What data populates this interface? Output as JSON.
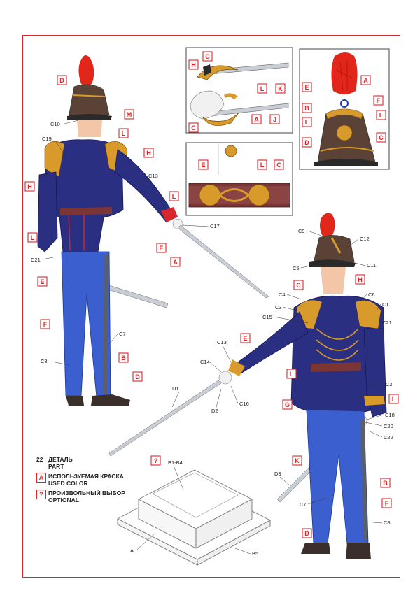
{
  "legend": {
    "part_num": "22",
    "part_ru": "ДЕТАЛЬ",
    "part_en": "PART",
    "color_tag": "A",
    "color_ru": "ИСПОЛЬЗУЕМАЯ КРАСКА",
    "color_en": "USED COLOR",
    "optional_tag": "?",
    "optional_ru": "ПРОИЗВОЛЬНЫЙ ВЫБОР",
    "optional_en": "OPTIONAL"
  },
  "back_figure": {
    "tags": [
      "D",
      "M",
      "L",
      "H",
      "H",
      "L",
      "L",
      "E",
      "A",
      "E",
      "F",
      "B",
      "D"
    ],
    "labels": [
      "C10",
      "C19",
      "C13",
      "C17",
      "C21",
      "C7",
      "C8"
    ]
  },
  "front_figure": {
    "tags": [
      "C",
      "H",
      "E",
      "L",
      "G",
      "L",
      "K",
      "B",
      "F",
      "D"
    ],
    "labels": [
      "C9",
      "C12",
      "C11",
      "C5",
      "C4",
      "C6",
      "C3",
      "C1",
      "C15",
      "C21",
      "C13",
      "C14",
      "C16",
      "D1",
      "D2",
      "C2",
      "C18",
      "C20",
      "C22",
      "D3",
      "C7",
      "C8"
    ]
  },
  "detail_sword": {
    "tags": [
      "C",
      "H",
      "L",
      "K",
      "A",
      "C",
      "J"
    ]
  },
  "detail_shako": {
    "tags": [
      "E",
      "A",
      "F",
      "B",
      "L",
      "L",
      "D",
      "C"
    ]
  },
  "detail_belt": {
    "tags": [
      "E",
      "L",
      "C"
    ]
  },
  "base": {
    "optional_tag": "?",
    "label_top": "B1-B4",
    "label_a": "A",
    "label_b5": "B5"
  }
}
